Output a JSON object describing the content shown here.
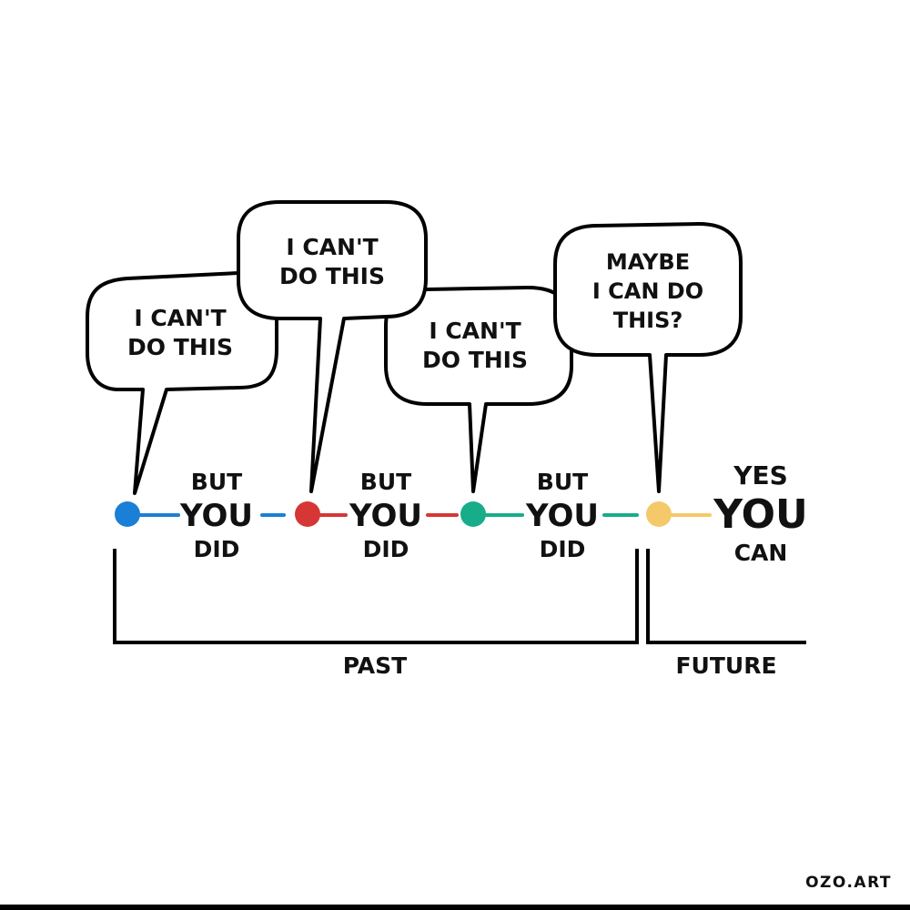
{
  "bubbles": [
    {
      "lines": [
        "I CAN'T",
        "DO THIS"
      ]
    },
    {
      "lines": [
        "I CAN'T",
        "DO THIS"
      ]
    },
    {
      "lines": [
        "I CAN'T",
        "DO THIS"
      ]
    },
    {
      "lines": [
        "MAYBE",
        "I CAN DO",
        "THIS?"
      ]
    }
  ],
  "dots": [
    {
      "color": "#1a7fd6"
    },
    {
      "color": "#d63636"
    },
    {
      "color": "#17ad8a"
    },
    {
      "color": "#f5c86a"
    }
  ],
  "captions": [
    {
      "top": "BUT",
      "main": "YOU",
      "bottom": "DID"
    },
    {
      "top": "BUT",
      "main": "YOU",
      "bottom": "DID"
    },
    {
      "top": "BUT",
      "main": "YOU",
      "bottom": "DID"
    },
    {
      "top": "YES",
      "main": "YOU",
      "bottom": "CAN"
    }
  ],
  "labels": {
    "past": "PAST",
    "future": "FUTURE"
  },
  "credit": "OZO.ART"
}
